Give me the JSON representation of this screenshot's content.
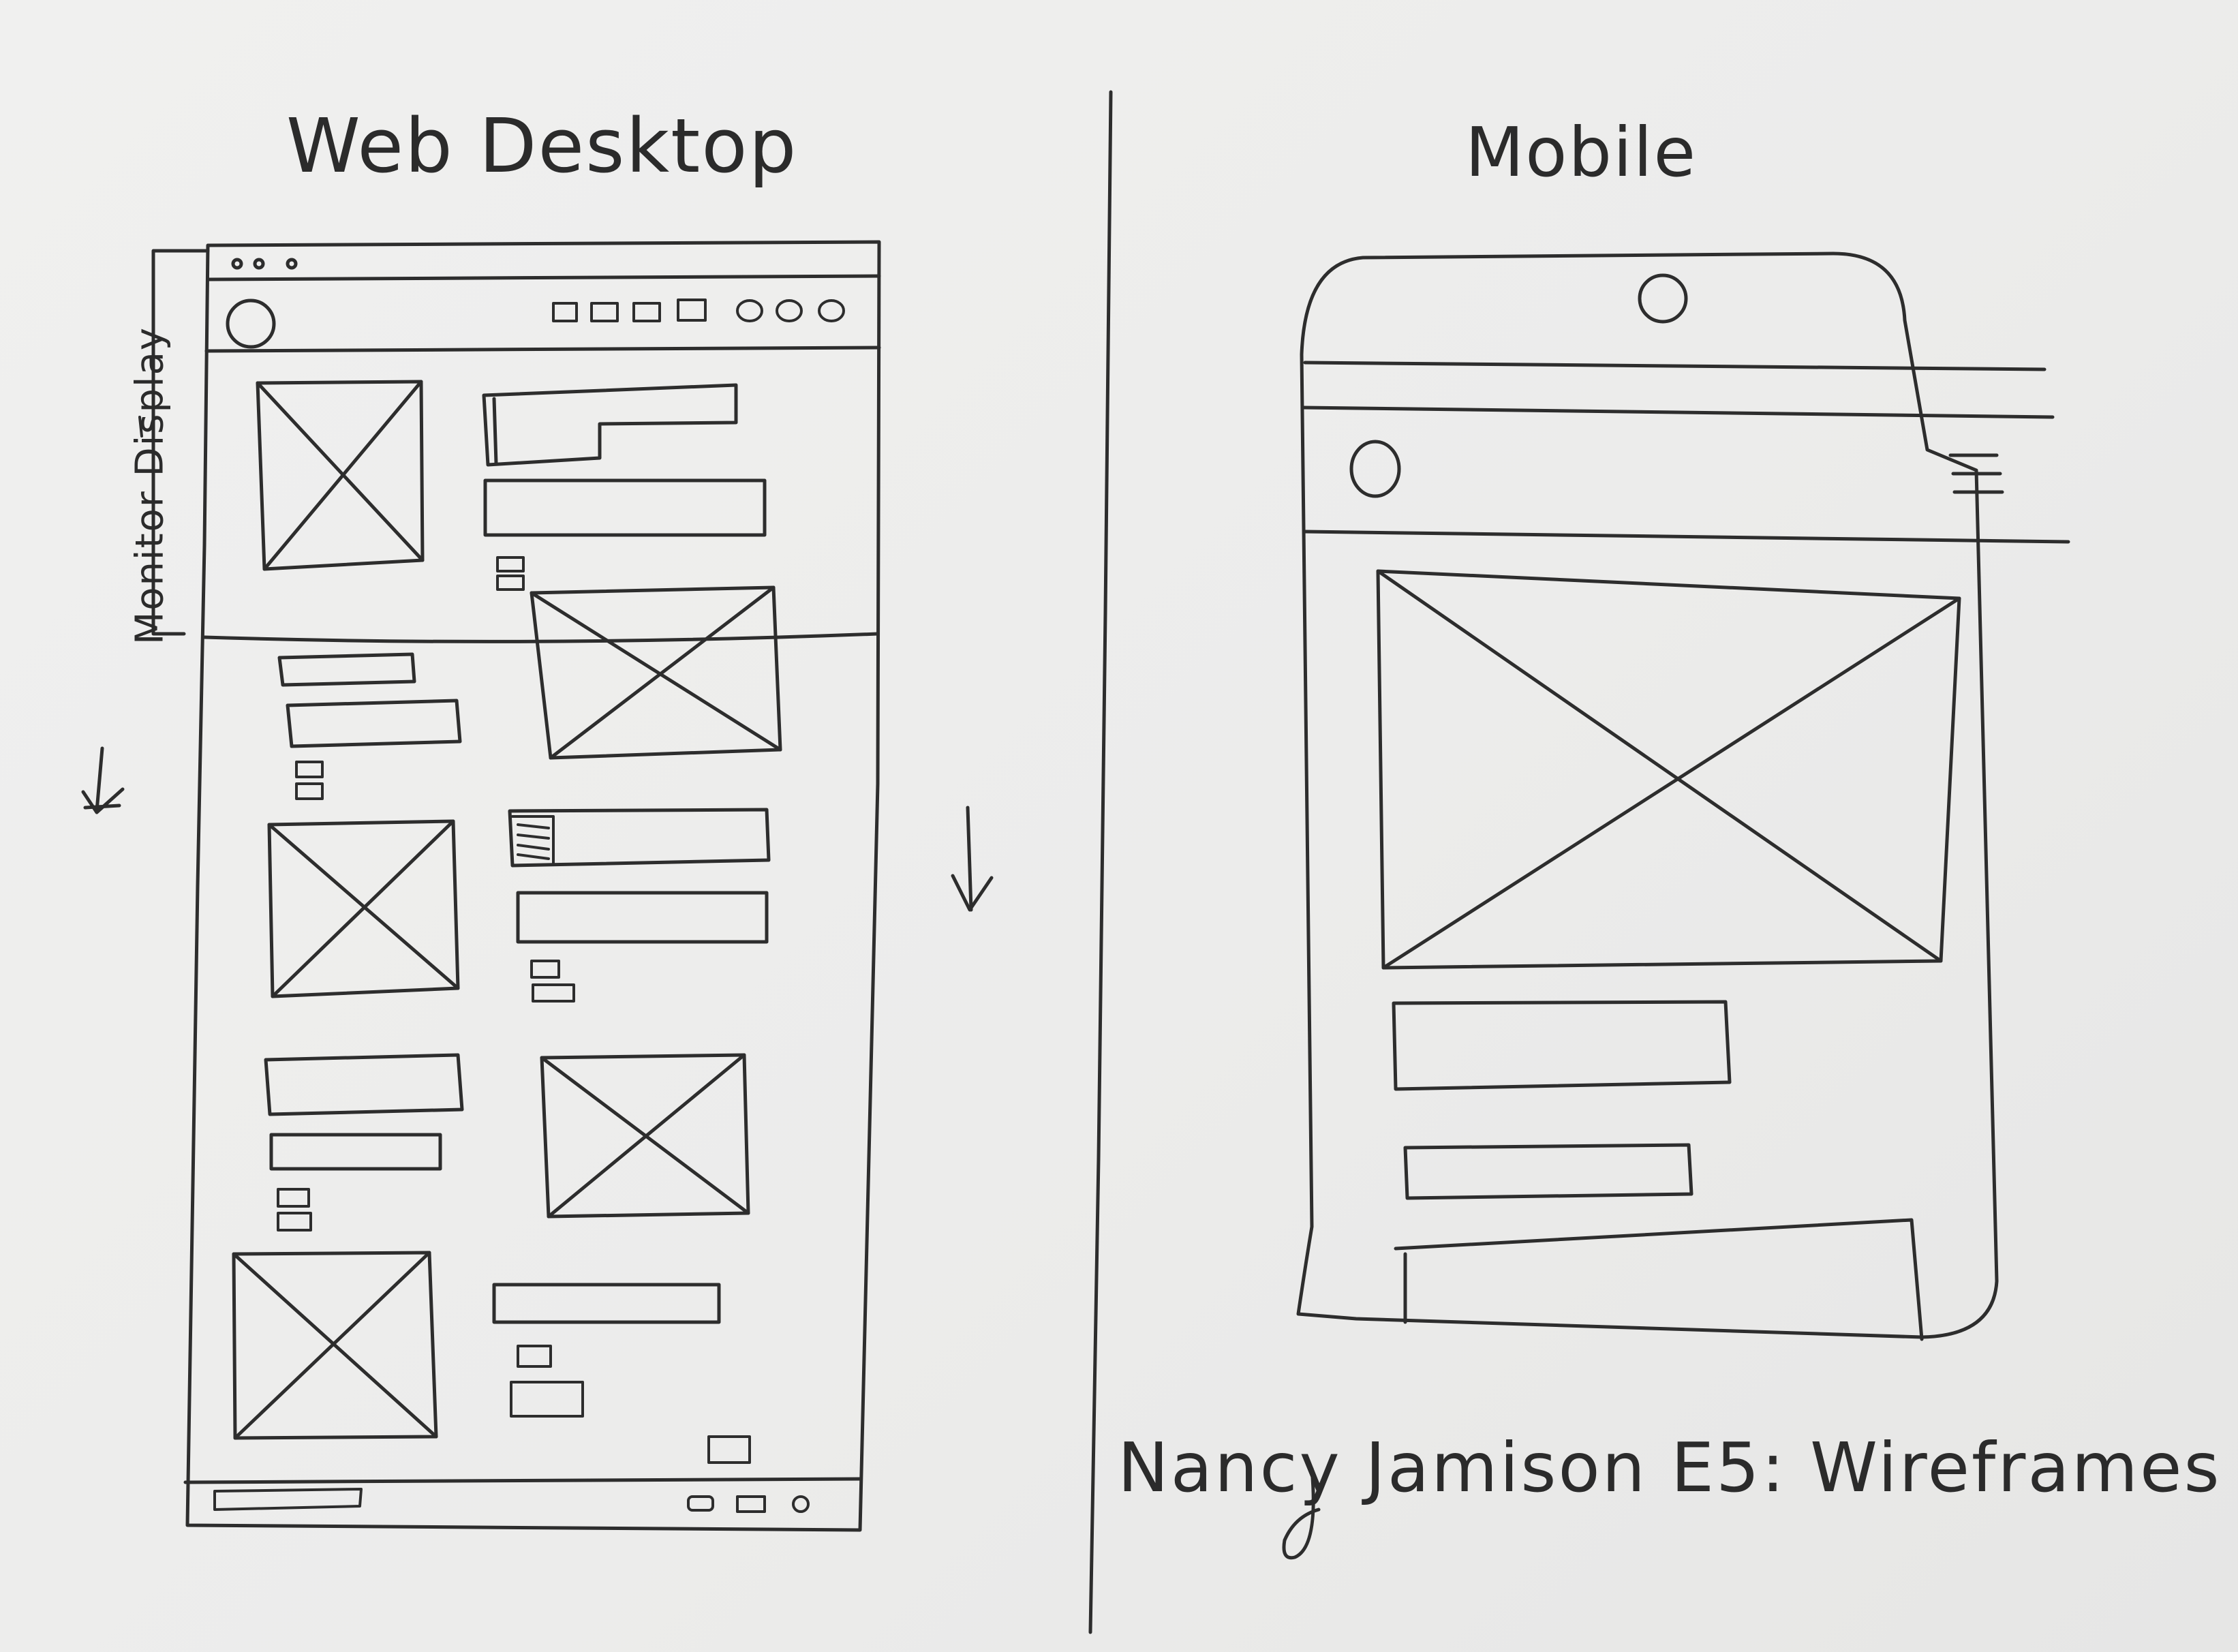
{
  "headings": {
    "web_desktop": "Web Desktop",
    "mobile": "Mobile"
  },
  "annotations": {
    "monitor_display": "Monitor Display"
  },
  "signature": "Nancy Jamison E5: Wireframes",
  "colors": {
    "ink": "#2d2d2d",
    "paper": "#eeeeed"
  }
}
